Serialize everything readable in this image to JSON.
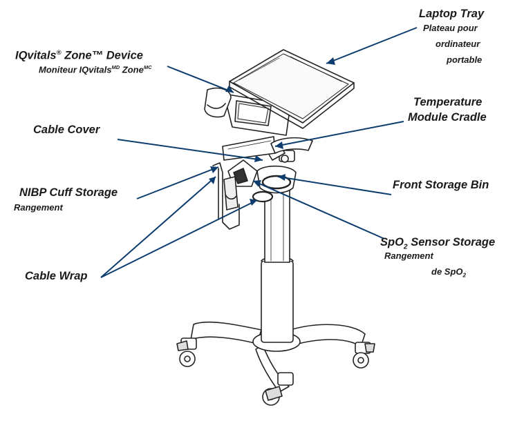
{
  "colors": {
    "leader": "#0d3c6e",
    "text": "#1a1a1a",
    "drawing": "#222222"
  },
  "labels": {
    "laptop_tray": "Laptop Tray",
    "laptop_tray_fr_1": "Plateau pour",
    "laptop_tray_fr_2": "ordinateur",
    "laptop_tray_fr_3": "portable",
    "iqvitals_brand": "IQvitals",
    "iqvitals_reg": "®",
    "iqvitals_rest": " Zone™ Device",
    "iqvitals_fr_brand": "Moniteur IQvitals",
    "iqvitals_fr_md": "MD",
    "iqvitals_fr_zone": " Zone",
    "iqvitals_fr_mc": "MC",
    "temperature_1": "Temperature",
    "temperature_2": "Module Cradle",
    "cable_cover": "Cable Cover",
    "nibp": "NIBP Cuff Storage",
    "nibp_fr": "Rangement",
    "front_bin": "Front Storage Bin",
    "spo2_sp": "SpO",
    "spo2_sub": "2",
    "spo2_rest": " Sensor Storage",
    "spo2_fr_1": "Rangement",
    "spo2_fr_2a": "de SpO",
    "spo2_fr_2b": "2",
    "cable_wrap": "Cable Wrap"
  }
}
